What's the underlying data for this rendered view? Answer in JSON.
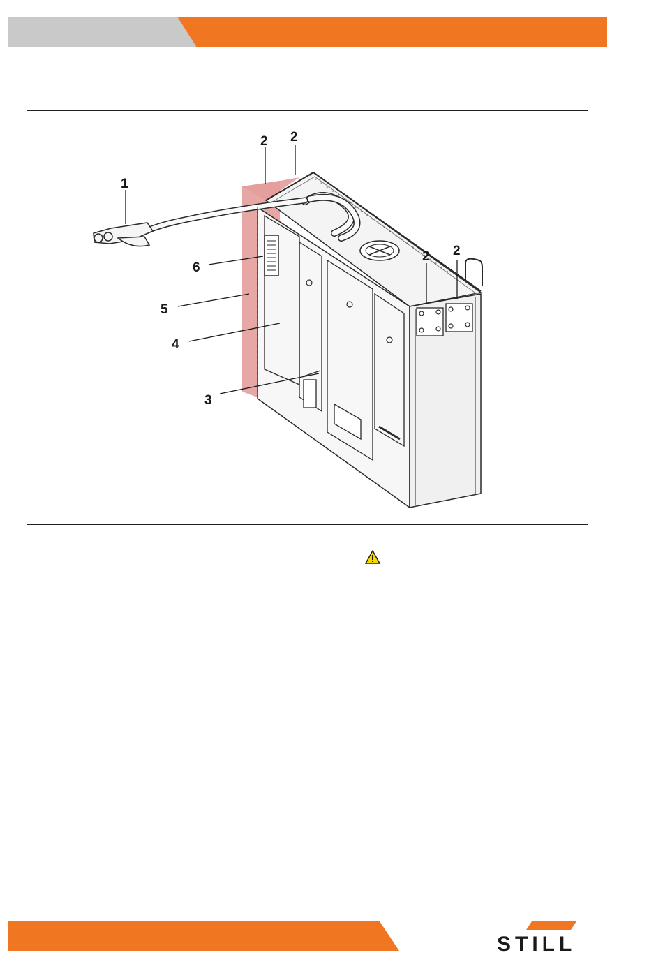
{
  "colors": {
    "accent": "#f07621",
    "header_gray": "#c9c9c9",
    "highlight_red": "#e39d9b",
    "line": "#2a2a2a"
  },
  "figure": {
    "callouts": [
      "1",
      "2",
      "2",
      "2",
      "2",
      "3",
      "4",
      "5",
      "6"
    ]
  },
  "icons": {
    "warning": "warning-triangle-icon"
  },
  "brand": {
    "name": "STILL"
  }
}
